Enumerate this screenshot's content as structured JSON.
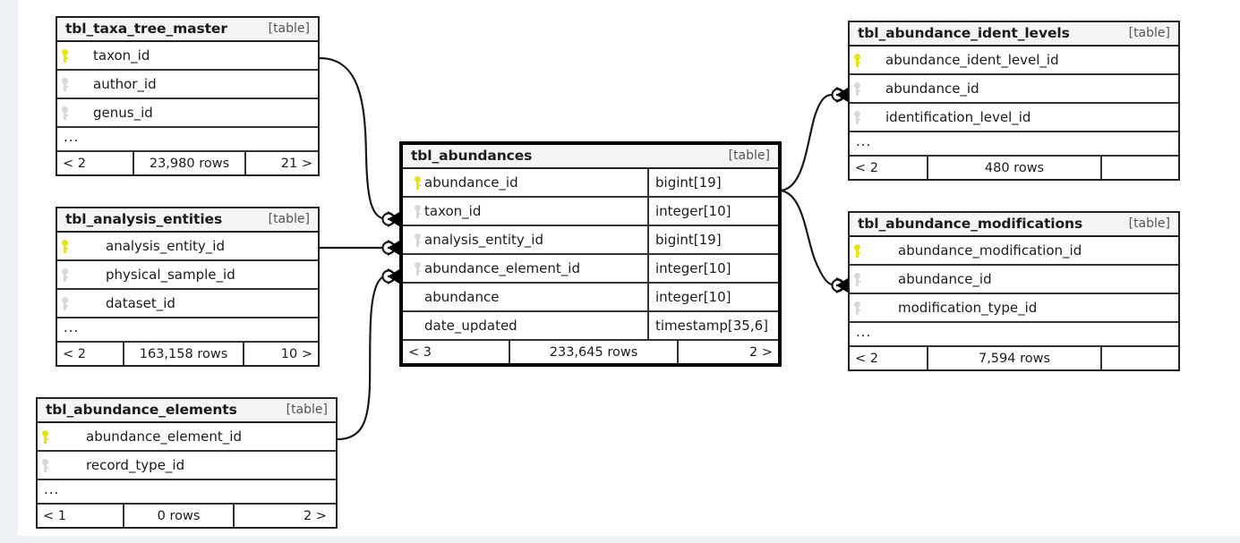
{
  "diagram": {
    "kind_label": "[table]",
    "ellipsis": "...",
    "background_color": "#ffffff",
    "page_background_color": "#eef1f5",
    "pk_color": "#e8e413",
    "fk_color": "#d9d9d9",
    "header_color": "#f5f5f5",
    "border_color": "#222222"
  },
  "tables": {
    "taxa_tree_master": {
      "name": "tbl_taxa_tree_master",
      "kind": "[table]",
      "columns": [
        {
          "label": "taxon_id",
          "key": "pk",
          "type": ""
        },
        {
          "label": "author_id",
          "key": "fk",
          "type": ""
        },
        {
          "label": "genus_id",
          "key": "fk",
          "type": ""
        }
      ],
      "ellipsis": "...",
      "footer": {
        "prev": "< 2",
        "rows": "23,980 rows",
        "next": "21 >"
      }
    },
    "analysis_entities": {
      "name": "tbl_analysis_entities",
      "kind": "[table]",
      "columns": [
        {
          "label": "analysis_entity_id",
          "key": "pk",
          "type": ""
        },
        {
          "label": "physical_sample_id",
          "key": "fk",
          "type": ""
        },
        {
          "label": "dataset_id",
          "key": "fk",
          "type": ""
        }
      ],
      "ellipsis": "...",
      "footer": {
        "prev": "< 2",
        "rows": "163,158 rows",
        "next": "10 >"
      }
    },
    "abundance_elements": {
      "name": "tbl_abundance_elements",
      "kind": "[table]",
      "columns": [
        {
          "label": "abundance_element_id",
          "key": "pk",
          "type": ""
        },
        {
          "label": "record_type_id",
          "key": "fk",
          "type": ""
        }
      ],
      "ellipsis": "...",
      "footer": {
        "prev": "< 1",
        "rows": "0 rows",
        "next": "2 >"
      }
    },
    "abundances": {
      "name": "tbl_abundances",
      "kind": "[table]",
      "focused": true,
      "columns": [
        {
          "label": "abundance_id",
          "key": "pk",
          "type": "bigint[19]"
        },
        {
          "label": "taxon_id",
          "key": "fk",
          "type": "integer[10]"
        },
        {
          "label": "analysis_entity_id",
          "key": "fk",
          "type": "bigint[19]"
        },
        {
          "label": "abundance_element_id",
          "key": "fk",
          "type": "integer[10]"
        },
        {
          "label": "abundance",
          "key": "",
          "type": "integer[10]"
        },
        {
          "label": "date_updated",
          "key": "",
          "type": "timestamp[35,6]"
        }
      ],
      "footer": {
        "prev": "< 3",
        "rows": "233,645 rows",
        "next": "2 >"
      }
    },
    "abundance_ident_levels": {
      "name": "tbl_abundance_ident_levels",
      "kind": "[table]",
      "columns": [
        {
          "label": "abundance_ident_level_id",
          "key": "pk",
          "type": ""
        },
        {
          "label": "abundance_id",
          "key": "fk",
          "type": ""
        },
        {
          "label": "identification_level_id",
          "key": "fk",
          "type": ""
        }
      ],
      "ellipsis": "...",
      "footer": {
        "prev": "< 2",
        "rows": "480 rows",
        "next": ""
      }
    },
    "abundance_modifications": {
      "name": "tbl_abundance_modifications",
      "kind": "[table]",
      "columns": [
        {
          "label": "abundance_modification_id",
          "key": "pk",
          "type": ""
        },
        {
          "label": "abundance_id",
          "key": "fk",
          "type": ""
        },
        {
          "label": "modification_type_id",
          "key": "fk",
          "type": ""
        }
      ],
      "ellipsis": "...",
      "footer": {
        "prev": "< 2",
        "rows": "7,594 rows",
        "next": ""
      }
    }
  },
  "relationships": [
    {
      "from": "tbl_taxa_tree_master.taxon_id",
      "to": "tbl_abundances.taxon_id",
      "cardinality": "zero-or-many"
    },
    {
      "from": "tbl_analysis_entities.analysis_entity_id",
      "to": "tbl_abundances.analysis_entity_id",
      "cardinality": "zero-or-many"
    },
    {
      "from": "tbl_abundance_elements.abundance_element_id",
      "to": "tbl_abundances.abundance_element_id",
      "cardinality": "zero-or-many"
    },
    {
      "from": "tbl_abundances.abundance_id",
      "to": "tbl_abundance_ident_levels.abundance_id",
      "cardinality": "zero-or-many"
    },
    {
      "from": "tbl_abundances.abundance_id",
      "to": "tbl_abundance_modifications.abundance_id",
      "cardinality": "zero-or-many"
    }
  ]
}
